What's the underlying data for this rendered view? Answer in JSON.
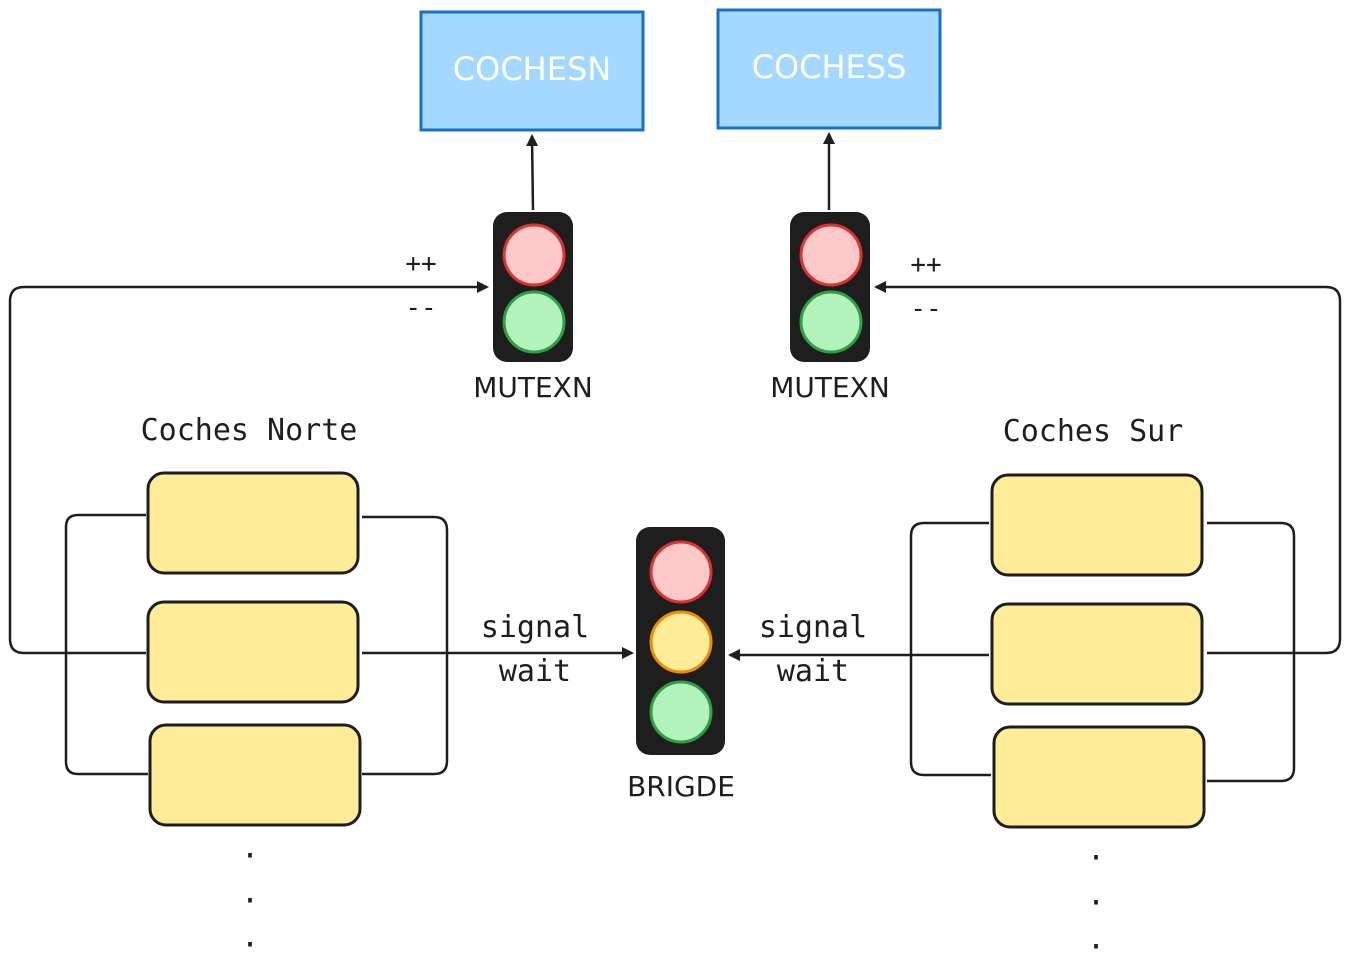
{
  "boxes": {
    "north_counter": "COCHESN",
    "south_counter": "COCHESS"
  },
  "semaphores": {
    "north_mutex": "MUTEXN",
    "south_mutex": "MUTEXN",
    "bridge": "BRIGDE"
  },
  "groups": {
    "north_title": "Coches Norte",
    "south_title": "Coches Sur"
  },
  "edges": {
    "north_increment": "++",
    "north_decrement": "--",
    "south_increment": "++",
    "south_decrement": "--",
    "north_signal": "signal",
    "north_wait": "wait",
    "south_signal": "signal",
    "south_wait": "wait"
  },
  "ellipsis": {
    "north": [
      "·",
      "·",
      "·"
    ],
    "south": [
      "·",
      "·",
      "·"
    ]
  },
  "colors": {
    "counter_fill": "#a5d8ff",
    "counter_stroke": "#1971c2",
    "car_fill": "#ffec99",
    "car_stroke": "#1e1e1e",
    "light_body": "#1e1e1e",
    "red_fill": "#ffc9c9",
    "red_stroke": "#e03131",
    "yellow_fill": "#ffec99",
    "yellow_stroke": "#f08c00",
    "green_fill": "#b2f2bb",
    "green_stroke": "#2f9e44"
  }
}
